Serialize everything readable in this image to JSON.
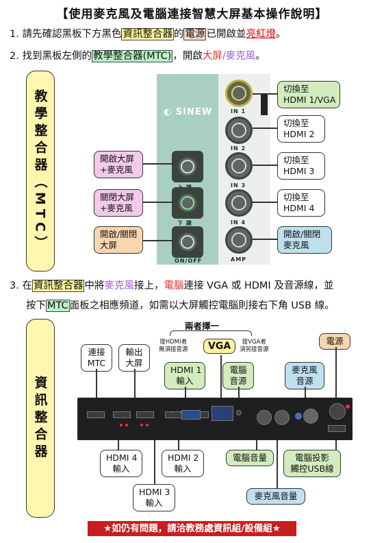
{
  "title": "【使用麥克風及電腦連接智慧大屏基本操作說明】",
  "step1": {
    "n": "1. 請先確認黑板下方黑色",
    "a": "資訊整合器",
    "b": "的",
    "c": "電源",
    "d": "已開啟並",
    "e": "亮紅燈",
    "f": "。"
  },
  "step2": {
    "n": "2. 找到黑板左側的",
    "a": "教學整合器(MTC)",
    "b": "，開啟",
    "c": "大屏",
    "d": "/",
    "e": "麥克風",
    "f": "。"
  },
  "mtc_side": "教學整合器（MTC）",
  "mtc_panel": {
    "brand": "SINEW",
    "in1": "IN 1",
    "in2": "IN 2",
    "in3": "IN 3",
    "in4": "IN 4",
    "up": "上 課",
    "down": "下 課",
    "onoff": "ON/OFF",
    "amp": "AMP"
  },
  "mtc_left": [
    {
      "text": "開啟大屏\n+麥克風",
      "color": "#f3c9ea"
    },
    {
      "text": "關閉大屏\n+麥克風",
      "color": "#f3c9ea"
    },
    {
      "text": "開啟/關閉\n大屏",
      "color": "#f7d6b0"
    }
  ],
  "mtc_right": [
    {
      "text": "切換至\nHDMI 1/VGA",
      "color": "#d2ecbe"
    },
    {
      "text": "切換至\nHDMI 2",
      "color": "#ffffff"
    },
    {
      "text": "切換至\nHDMI 3",
      "color": "#ffffff"
    },
    {
      "text": "切換至\nHDMI 4",
      "color": "#ffffff"
    },
    {
      "text": "開啟/關閉\n麥克風",
      "color": "#bfe0ee"
    }
  ],
  "step3": {
    "l1": {
      "n": "3. 在",
      "a": "資訊整合器",
      "b": "中將",
      "c": "麥克風",
      "d": "接上，",
      "e": "電腦",
      "f": "連接 VGA 或 HDMI 及音源線，並"
    },
    "l2": {
      "n": "按下",
      "a": "MTC",
      "b": "面板之相應頻道，如需以大屏觸控電腦則接右下角 USB 線。"
    }
  },
  "info_side": "資訊整合器",
  "either": "兩者擇一",
  "note_hdmi": "接HDMI者\n無須接音源",
  "note_vga": "接VGA者\n須另接音源",
  "vga": "VGA",
  "labels": {
    "mtc_conn": "連接\nMTC",
    "output": "輸出\n大屏",
    "hdmi1": "HDMI 1\n輸入",
    "pc_audio": "電腦\n音源",
    "mic_audio": "麥克風\n音源",
    "power": "電源",
    "hdmi4": "HDMI 4\n輸入",
    "hdmi2": "HDMI 2\n輸入",
    "pc_vol": "電腦音量",
    "usb": "電腦投影\n觸控USB線",
    "hdmi3": "HDMI 3\n輸入",
    "mic_vol": "麥克風音量"
  },
  "footer": "★如仍有問題，請洽教務處資訊組/設備組★"
}
